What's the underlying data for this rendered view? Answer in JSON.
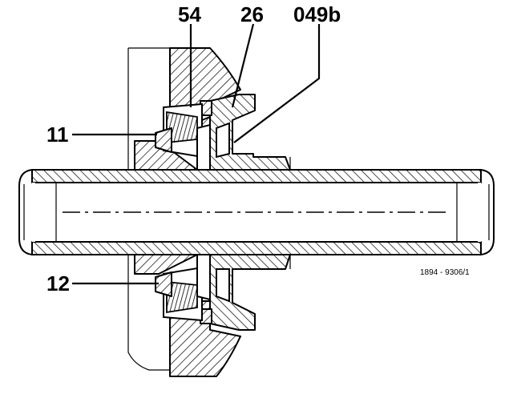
{
  "diagram": {
    "callouts": {
      "c54": "54",
      "c26": "26",
      "c049b": "049b",
      "c11": "11",
      "c12": "12"
    },
    "reference": "1894 - 9306/1"
  }
}
